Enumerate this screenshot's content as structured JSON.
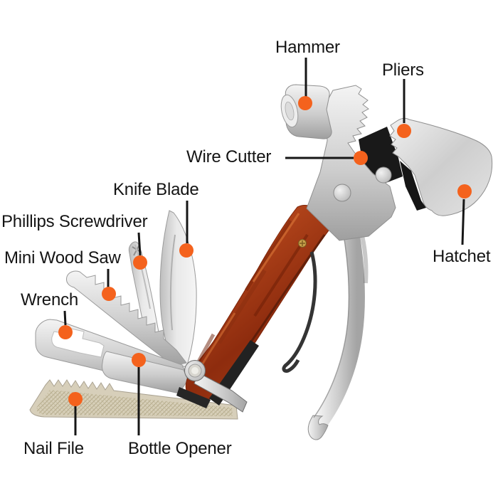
{
  "figure": {
    "kind": "labeled-product-diagram",
    "subject": "multi-tool"
  },
  "colors": {
    "dot": "#F4621D",
    "line": "#161616",
    "text": "#141414",
    "background": "#FFFFFF",
    "metal": "#C9C9C9",
    "wood": "#A83A12"
  },
  "labels": {
    "hammer": "Hammer",
    "pliers": "Pliers",
    "wire_cutter": "Wire Cutter",
    "knife_blade": "Knife Blade",
    "phillips_screwdriver": "Phillips Screwdriver",
    "mini_wood_saw": "Mini Wood Saw",
    "wrench": "Wrench",
    "nail_file": "Nail File",
    "bottle_opener": "Bottle Opener",
    "hatchet": "Hatchet"
  }
}
